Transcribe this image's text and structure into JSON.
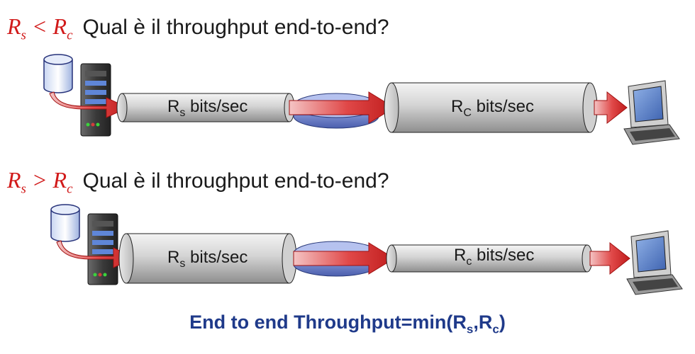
{
  "scenarios": [
    {
      "condition": {
        "left_symbol": "R",
        "left_sub": "s",
        "operator": "<",
        "right_symbol": "R",
        "right_sub": "c"
      },
      "question": "Qual è il throughput end-to-end?",
      "link_server": {
        "symbol": "R",
        "sub": "s",
        "units": "bits/sec"
      },
      "link_client": {
        "symbol": "R",
        "sub": "C",
        "units": "bits/sec"
      }
    },
    {
      "condition": {
        "left_symbol": "R",
        "left_sub": "s",
        "operator": ">",
        "right_symbol": "R",
        "right_sub": "c"
      },
      "question": "Qual è il throughput end-to-end?",
      "link_server": {
        "symbol": "R",
        "sub": "s",
        "units": "bits/sec"
      },
      "link_client": {
        "symbol": "R",
        "sub": "c",
        "units": "bits/sec"
      }
    }
  ],
  "conclusion": {
    "prefix": "End to end Throughput=min(",
    "a": "R",
    "a_sub": "s",
    "sep": ",",
    "b": "R",
    "b_sub": "c",
    "suffix": ")"
  },
  "colors": {
    "accent_red": "#d11a1a",
    "arrow_red": "#d63030",
    "conclusion_blue": "#1f3a8a",
    "pipe_gray": "#c9c9c9",
    "router_blue": "#7b8fd1"
  }
}
